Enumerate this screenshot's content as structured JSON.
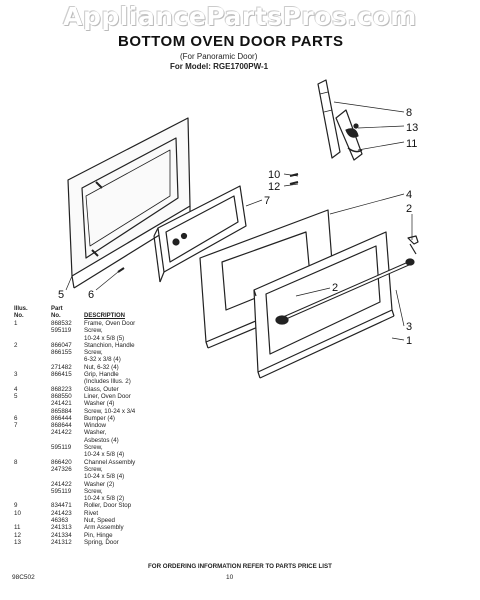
{
  "watermark": "AppliancePartsPros.com",
  "header": {
    "title": "BOTTOM OVEN DOOR PARTS",
    "subtitle": "(For Panoramic Door)",
    "model": "For Model: RGE1700PW-1"
  },
  "callouts": {
    "c8": "8",
    "c13": "13",
    "c11": "11",
    "c10": "10",
    "c12": "12",
    "c4": "4",
    "c7": "7",
    "c2a": "2",
    "c2b": "2",
    "c3": "3",
    "c1": "1",
    "c5": "5",
    "c6": "6"
  },
  "table": {
    "headers": {
      "ill1": "Illus.",
      "ill2": "No.",
      "part1": "Part",
      "part2": "No.",
      "desc": "DESCRIPTION"
    },
    "rows": [
      {
        "illus": "1",
        "part": "868532",
        "desc": "Frame, Oven Door"
      },
      {
        "illus": "",
        "part": "595119",
        "desc": "Screw,"
      },
      {
        "illus": "",
        "part": "",
        "desc": "10-24 x 5/8 (5)"
      },
      {
        "illus": "2",
        "part": "866047",
        "desc": "Stanchion, Handle"
      },
      {
        "illus": "",
        "part": "866155",
        "desc": "Screw,"
      },
      {
        "illus": "",
        "part": "",
        "desc": "6-32 x 3/8 (4)"
      },
      {
        "illus": "",
        "part": "271482",
        "desc": "Nut, 6-32 (4)"
      },
      {
        "illus": "3",
        "part": "866415",
        "desc": "Grip, Handle"
      },
      {
        "illus": "",
        "part": "",
        "desc": "(Includes Illus. 2)"
      },
      {
        "illus": "4",
        "part": "868223",
        "desc": "Glass, Outer"
      },
      {
        "illus": "5",
        "part": "868550",
        "desc": "Liner, Oven Door"
      },
      {
        "illus": "",
        "part": "241421",
        "desc": "Washer (4)"
      },
      {
        "illus": "",
        "part": "865884",
        "desc": "Screw, 10-24 x 3/4"
      },
      {
        "illus": "6",
        "part": "866444",
        "desc": "Bumper (4)"
      },
      {
        "illus": "7",
        "part": "868644",
        "desc": "Window"
      },
      {
        "illus": "",
        "part": "241422",
        "desc": "Washer,"
      },
      {
        "illus": "",
        "part": "",
        "desc": "Asbestos (4)"
      },
      {
        "illus": "",
        "part": "595119",
        "desc": "Screw,"
      },
      {
        "illus": "",
        "part": "",
        "desc": "10-24 x 5/8 (4)"
      },
      {
        "illus": "8",
        "part": "866420",
        "desc": "Channel Assembly"
      },
      {
        "illus": "",
        "part": "247326",
        "desc": "Screw,"
      },
      {
        "illus": "",
        "part": "",
        "desc": "10-24 x 5/8 (4)"
      },
      {
        "illus": "",
        "part": "241422",
        "desc": "Washer (2)"
      },
      {
        "illus": "",
        "part": "595119",
        "desc": "Screw,"
      },
      {
        "illus": "",
        "part": "",
        "desc": "10-24 x 5/8 (2)"
      },
      {
        "illus": "9",
        "part": "834471",
        "desc": "Roller, Door Stop"
      },
      {
        "illus": "10",
        "part": "241423",
        "desc": "Rivet"
      },
      {
        "illus": "",
        "part": "46363",
        "desc": "Nut, Speed"
      },
      {
        "illus": "11",
        "part": "241313",
        "desc": "Arm Assembly"
      },
      {
        "illus": "12",
        "part": "241334",
        "desc": "Pin, Hinge"
      },
      {
        "illus": "13",
        "part": "241312",
        "desc": "Spring, Door"
      }
    ]
  },
  "footer": {
    "order_info": "FOR ORDERING INFORMATION REFER TO PARTS PRICE LIST",
    "code": "98C502",
    "page": "10"
  }
}
